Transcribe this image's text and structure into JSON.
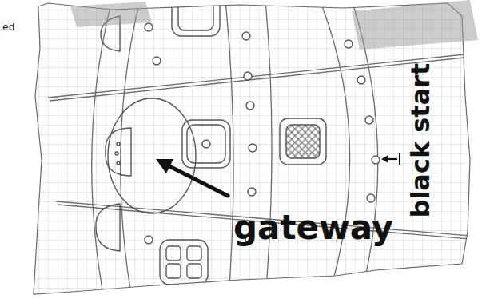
{
  "diagram": {
    "labels": [
      "ed",
      "gateway",
      "black start"
    ]
  }
}
